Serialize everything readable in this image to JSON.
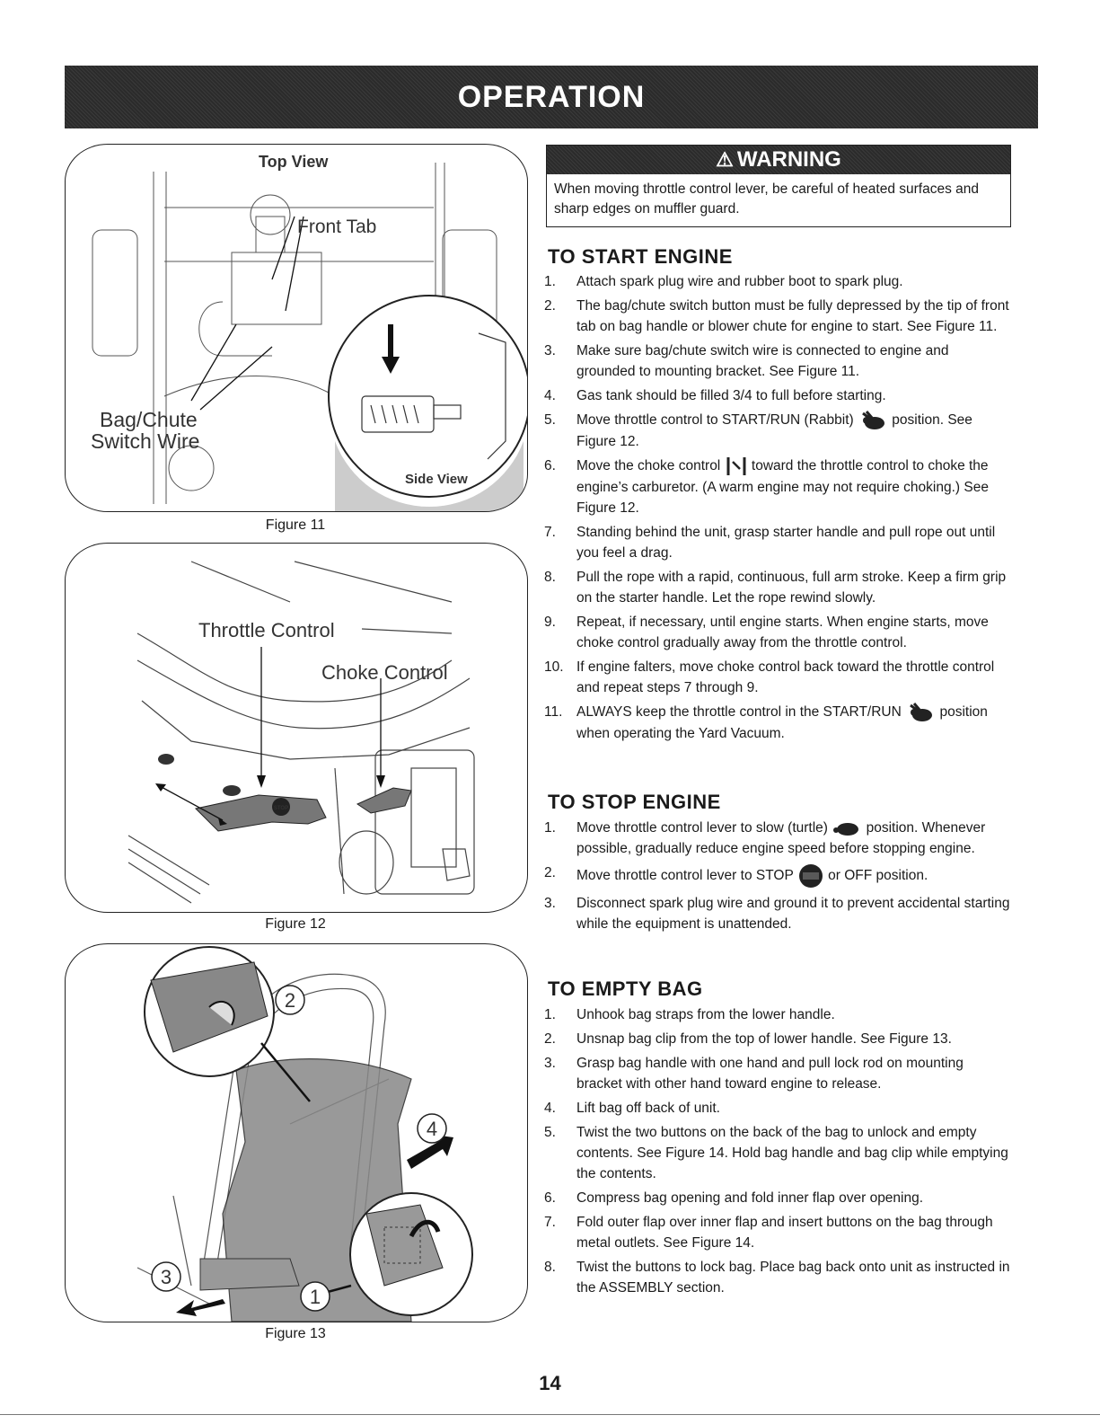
{
  "header": {
    "title": "OPERATION"
  },
  "figure11": {
    "caption": "Figure 11",
    "top_view": "Top View",
    "front_tab": "Front Tab",
    "wire_label_1": "Bag/Chute",
    "wire_label_2": "Switch Wire",
    "side_view": "Side View"
  },
  "figure12": {
    "caption": "Figure 12",
    "throttle": "Throttle Control",
    "choke": "Choke Control",
    "stop_icon": "STOP"
  },
  "figure13": {
    "caption": "Figure 13",
    "c1": "1",
    "c2": "2",
    "c3": "3",
    "c4": "4"
  },
  "warning": {
    "title": "WARNING",
    "text": "When moving throttle control lever, be careful of heated surfaces and sharp edges on muffler guard."
  },
  "start_engine": {
    "heading": "TO START ENGINE",
    "steps": [
      {
        "n": "1.",
        "t": "Attach spark plug wire and rubber boot to spark plug."
      },
      {
        "n": "2.",
        "t": "The bag/chute switch button must be fully depressed by the tip of front tab on bag handle or blower chute for engine to start. See Figure 11."
      },
      {
        "n": "3.",
        "t": "Make sure bag/chute switch wire is connected to engine and grounded to mounting bracket. See Figure 11."
      },
      {
        "n": "4.",
        "t": "Gas tank should be filled 3/4 to full before starting."
      },
      {
        "n": "5.",
        "a": "Move throttle control to START/RUN (Rabbit)",
        "b": "position. See Figure 12."
      },
      {
        "n": "6.",
        "a": "Move the choke control",
        "b": "toward the throttle control to choke the engine’s carburetor. (A warm engine may not require choking.) See Figure 12."
      },
      {
        "n": "7.",
        "t": "Standing behind the unit, grasp starter handle and pull rope out until you feel a drag."
      },
      {
        "n": "8.",
        "t": "Pull the rope with a rapid, continuous, full arm stroke. Keep a firm grip on the starter handle. Let the rope rewind slowly."
      },
      {
        "n": "9.",
        "t": "Repeat, if necessary, until engine starts. When engine starts, move choke control gradually away from the throttle control."
      },
      {
        "n": "10.",
        "t": "If engine falters, move choke control back toward the throttle control and repeat steps 7 through 9."
      },
      {
        "n": "11.",
        "a": "ALWAYS keep the throttle control in the START/RUN",
        "b": "position when operating the Yard Vacuum."
      }
    ]
  },
  "stop_engine": {
    "heading": "TO STOP ENGINE",
    "steps": [
      {
        "n": "1.",
        "a": "Move throttle control lever to slow (turtle)",
        "b": "position. Whenever possible, gradually reduce engine speed before stopping engine."
      },
      {
        "n": "2.",
        "a": "Move throttle control lever to STOP",
        "b": "or OFF position."
      },
      {
        "n": "3.",
        "t": "Disconnect spark plug wire and ground it to prevent accidental starting while the equipment is unattended."
      }
    ]
  },
  "empty_bag": {
    "heading": "TO EMPTY BAG",
    "steps": [
      {
        "n": "1.",
        "t": "Unhook bag straps from the lower handle."
      },
      {
        "n": "2.",
        "t": "Unsnap bag clip from the top of lower handle. See Figure 13."
      },
      {
        "n": "3.",
        "t": "Grasp bag handle with one hand and pull lock rod on mounting bracket with other hand toward engine to release."
      },
      {
        "n": "4.",
        "t": "Lift bag off back of unit."
      },
      {
        "n": "5.",
        "t": "Twist the two buttons on the back of the bag to unlock and empty contents. See Figure 14. Hold bag handle and bag clip while emptying the contents."
      },
      {
        "n": "6.",
        "t": "Compress bag opening and fold inner flap over opening."
      },
      {
        "n": "7.",
        "t": "Fold outer flap over inner flap and insert buttons on the bag through metal outlets. See Figure 14."
      },
      {
        "n": "8.",
        "t": "Twist the buttons to lock bag. Place bag back onto unit as instructed in the ASSEMBLY section."
      }
    ]
  },
  "page_number": "14"
}
